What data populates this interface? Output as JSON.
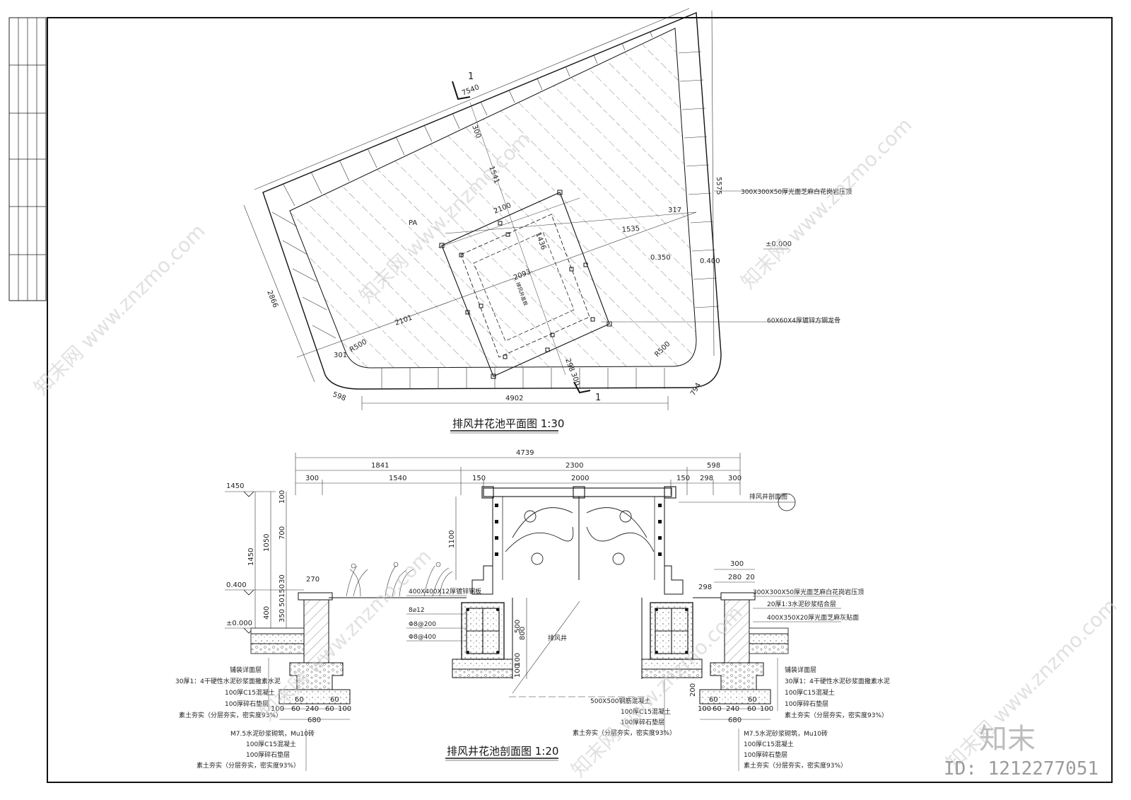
{
  "plan": {
    "title": "排风井花池平面图 1:30",
    "section_mark": "1",
    "dims": {
      "top_edge": "7540",
      "d300": "300",
      "d1541": "1541",
      "d2100": "2100",
      "d317": "317",
      "d1535": "1535",
      "d1436": "1436",
      "d2093": "2093",
      "d2101": "2101",
      "d2866": "2866",
      "d301": "301",
      "r500a": "R500",
      "r500b": "R500",
      "d298": "298",
      "d300b": "300",
      "d598": "598",
      "d4902": "4902",
      "d794": "794",
      "d5575": "5575",
      "pa": "PA",
      "lvl_0350": "0.350",
      "lvl_0400": "0.400",
      "lvl_000": "±0.000",
      "center_note": "排风井盖板"
    },
    "notes": {
      "coping": "300X300X50厚光面芝麻白花岗岩压顶",
      "steel": "60X60X4厚镀锌方钢龙骨"
    }
  },
  "section": {
    "title": "排风井花池剖面图 1:20",
    "dims": {
      "total": "4739",
      "s1841": "1841",
      "s2300": "2300",
      "s598": "598",
      "s300a": "300",
      "s1540": "1540",
      "s150a": "150",
      "s2000": "2000",
      "s150b": "150",
      "s298": "298",
      "s300b": "300",
      "v1450": "1450",
      "v1050": "1050",
      "v700": "700",
      "v100": "100",
      "v30": "30",
      "v150": "150",
      "v400": "400",
      "v350": "350",
      "v50": "50",
      "v1100": "1100",
      "v800": "800",
      "v500": "500",
      "v100b": "100",
      "v100c": "100",
      "v200": "200",
      "h270": "270",
      "h300r": "300",
      "h280": "280",
      "h20": "20",
      "h298r": "298"
    },
    "levels": {
      "l1450": "1450",
      "l0400": "0.400",
      "l0000": "±0.000"
    },
    "bottom_dims_left": [
      "100",
      "60",
      "240",
      "60",
      "100"
    ],
    "bottom_dims_left_top": [
      "60",
      "60"
    ],
    "bottom_total_left": "680",
    "bottom_dims_right": [
      "100",
      "60",
      "240",
      "60",
      "100"
    ],
    "bottom_dims_right_top": [
      "60",
      "60"
    ],
    "bottom_total_right": "680",
    "callout": "排风井剖面图",
    "shaft_label": "排风井",
    "rebar": {
      "r1": "400X400X12厚镀锌钢板",
      "r2": "8⌀12",
      "r3": "Φ8@200",
      "r4": "Φ8@400"
    },
    "right_notes": [
      "300X300X50厚光面芝麻白花岗岩压顶",
      "20厚1:3水泥砂浆结合层",
      "400X350X20厚光面芝麻灰贴面"
    ],
    "left_layers": [
      "铺装详面层",
      "30厚1：4干硬性水泥砂浆面撒素水泥",
      "100厚C15混凝土",
      "100厚碎石垫层",
      "素土夯实（分层夯实，密实度93%）"
    ],
    "left_wall_layers": [
      "M7.5水泥砂浆砌筑，Mu10砖",
      "100厚C15混凝土",
      "100厚碎石垫层",
      "素土夯实（分层夯实，密实度93%）"
    ],
    "center_layers": [
      "500X500钢筋混凝土",
      "100厚C15混凝土",
      "100厚碎石垫层",
      "素土夯实（分层夯实，密实度93%）"
    ],
    "right_layers": [
      "铺装详面层",
      "30厚1：4干硬性水泥砂浆面撒素水泥",
      "100厚C15混凝土",
      "100厚碎石垫层",
      "素土夯实（分层夯实，密实度93%）"
    ],
    "right_wall_layers": [
      "M7.5水泥砂浆砌筑，Mu10砖",
      "100厚C15混凝土",
      "100厚碎石垫层",
      "素土夯实（分层夯实，密实度93%）"
    ]
  },
  "branding": {
    "logo": "知末",
    "id": "ID: 1212277051",
    "watermark": "知末网 www.znzmo.com"
  }
}
